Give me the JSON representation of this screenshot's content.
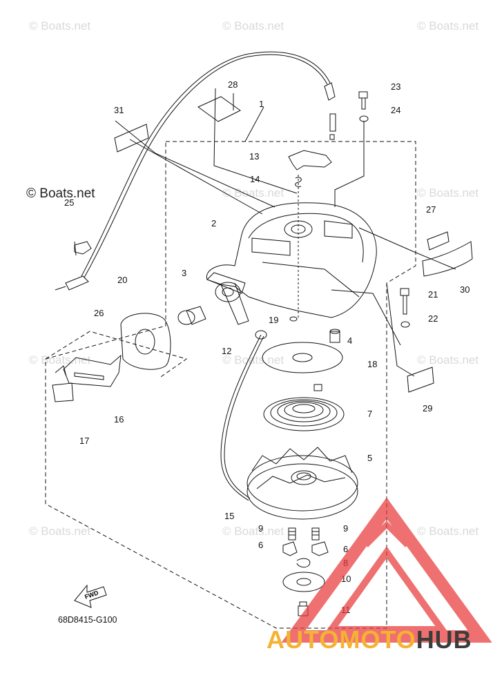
{
  "watermarks": {
    "text": "© Boats.net",
    "prominent": "© Boats.net"
  },
  "diagram": {
    "code": "68D8415-G100",
    "fwd_label": "FWD",
    "callouts": [
      "1",
      "2",
      "3",
      "4",
      "5",
      "6",
      "6",
      "7",
      "8",
      "9",
      "9",
      "10",
      "11",
      "12",
      "13",
      "14",
      "15",
      "16",
      "17",
      "18",
      "19",
      "20",
      "21",
      "22",
      "23",
      "24",
      "25",
      "26",
      "27",
      "28",
      "29",
      "30",
      "31"
    ]
  },
  "brand": {
    "part1": "AUTO",
    "part2": "MOTO",
    "part3": "HUB",
    "colors": {
      "orange": "#f5b233",
      "dark": "#3c3c3c",
      "red": "#e83a3a"
    }
  }
}
